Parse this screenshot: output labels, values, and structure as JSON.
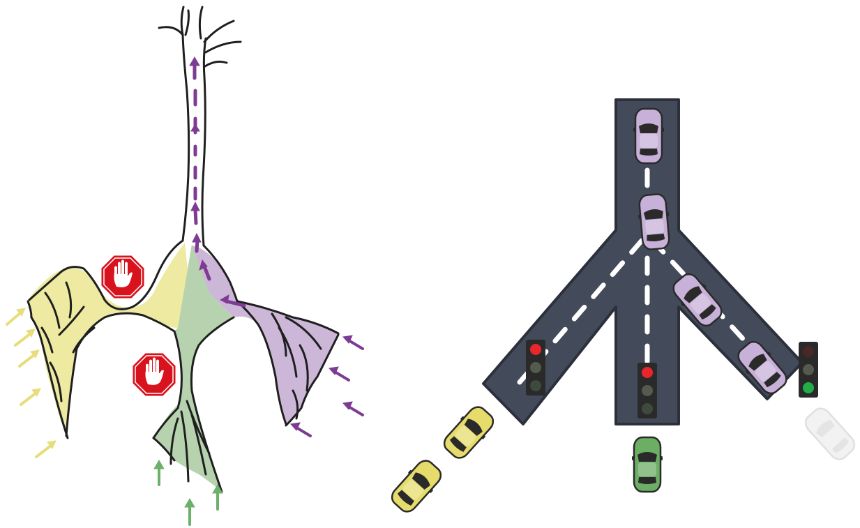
{
  "colors": {
    "background": "#ffffff",
    "outline": "#1f1f1f",
    "neuron_core": "#ffffff",
    "yellow_region": "#eeeaa2",
    "green_region": "#b7d2ae",
    "purple_region": "#cdb7d8",
    "yellow_arrow": "#e7dd7a",
    "green_arrow": "#6db06a",
    "purple_arrow": "#7d3c92",
    "stop_sign": "#d8131d",
    "road": "#434b5a",
    "road_edge": "#2b303b",
    "lane_dash": "#ffffff",
    "car_yellow": "#e6dc6c",
    "car_green": "#6cae64",
    "car_purple": "#c7b1d8",
    "car_ghost": "#ececec",
    "light_housing": "#2a2a2a",
    "light_red": "#e8262b",
    "light_green": "#1fae48",
    "light_off": "#555a4e"
  },
  "icons": {
    "stop_sign": "stop-hand-icon",
    "traffic_light": "traffic-light-icon",
    "car": "car-icon",
    "arrow": "arrow-icon"
  },
  "signal_states": {
    "left_branch": "red",
    "middle_branch": "red",
    "right_branch": "green"
  }
}
